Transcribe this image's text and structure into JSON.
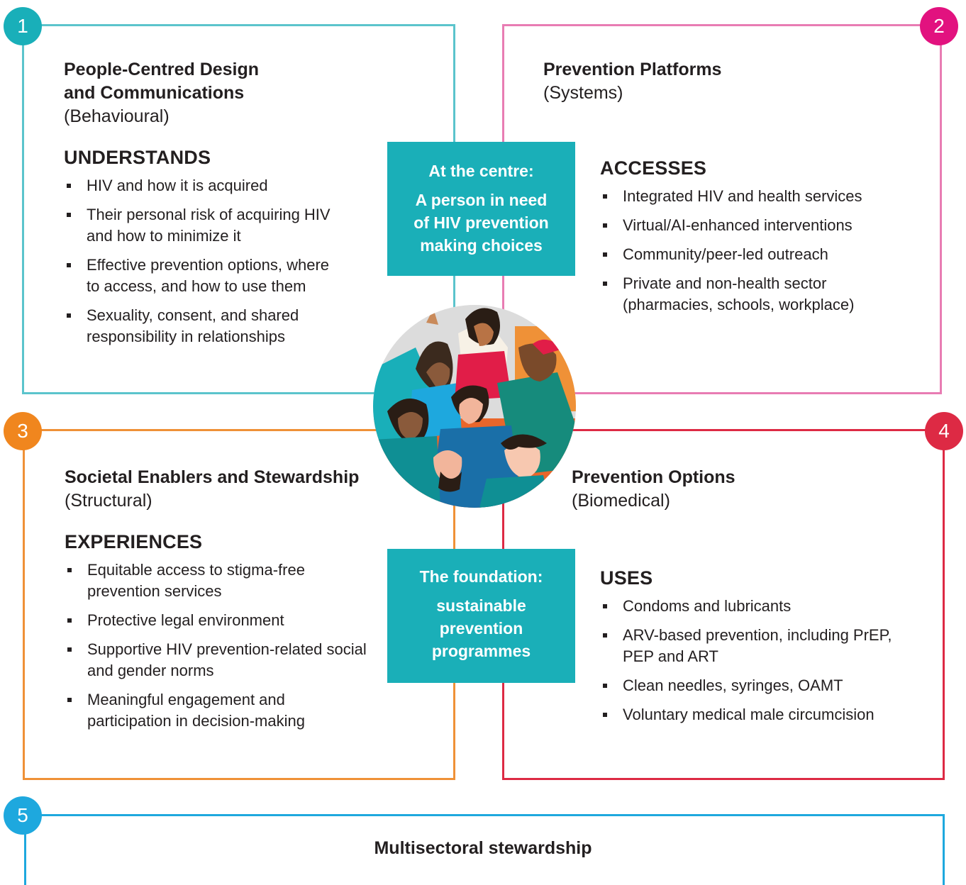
{
  "quadrants": [
    {
      "number": "1",
      "color": "#5bc4cc",
      "badge_color": "#19afb9",
      "title_lines": [
        "People-Centred Design",
        "and Communications"
      ],
      "subtitle": "(Behavioural)",
      "heading": "UNDERSTANDS",
      "items": [
        [
          "HIV and how it is acquired"
        ],
        [
          "Their personal risk of acquiring HIV",
          "and how to minimize it"
        ],
        [
          "Effective prevention options, where",
          "to access, and how to use them"
        ],
        [
          "Sexuality, consent, and shared",
          "responsibility in relationships"
        ]
      ]
    },
    {
      "number": "2",
      "color": "#e87cb3",
      "badge_color": "#e2127f",
      "title_lines": [
        "Prevention Platforms"
      ],
      "subtitle": "(Systems)",
      "heading": "ACCESSES",
      "items": [
        [
          "Integrated HIV and health services"
        ],
        [
          "Virtual/AI-enhanced interventions"
        ],
        [
          "Community/peer-led outreach"
        ],
        [
          "Private and non-health sector",
          "(pharmacies, schools, workplace)"
        ]
      ]
    },
    {
      "number": "3",
      "color": "#ef9137",
      "badge_color": "#f0861e",
      "title_lines": [
        "Societal Enablers and Stewardship"
      ],
      "subtitle": "(Structural)",
      "heading": "EXPERIENCES",
      "items": [
        [
          "Equitable access to stigma-free",
          "prevention services"
        ],
        [
          "Protective legal environment"
        ],
        [
          "Supportive HIV prevention-related social",
          "and gender norms"
        ],
        [
          "Meaningful engagement and",
          "participation in decision-making"
        ]
      ]
    },
    {
      "number": "4",
      "color": "#dd2a44",
      "badge_color": "#dd2a44",
      "title_lines": [
        "Prevention Options"
      ],
      "subtitle": "(Biomedical)",
      "heading": "USES",
      "items": [
        [
          "Condoms and lubricants"
        ],
        [
          "ARV-based prevention, including PrEP,",
          "PEP and ART"
        ],
        [
          "Clean needles, syringes, OAMT"
        ],
        [
          "Voluntary medical male circumcision"
        ]
      ]
    }
  ],
  "center_top": {
    "lead": "At the centre:",
    "body_lines": [
      "A person in need",
      "of HIV prevention",
      "making choices"
    ]
  },
  "center_bottom": {
    "lead": "The foundation:",
    "body_lines": [
      "sustainable",
      "prevention",
      "programmes"
    ]
  },
  "section5": {
    "number": "5",
    "color": "#1ea8de",
    "title": "Multisectoral stewardship"
  },
  "illustration": {
    "icon": "people-crowd-illustration"
  }
}
